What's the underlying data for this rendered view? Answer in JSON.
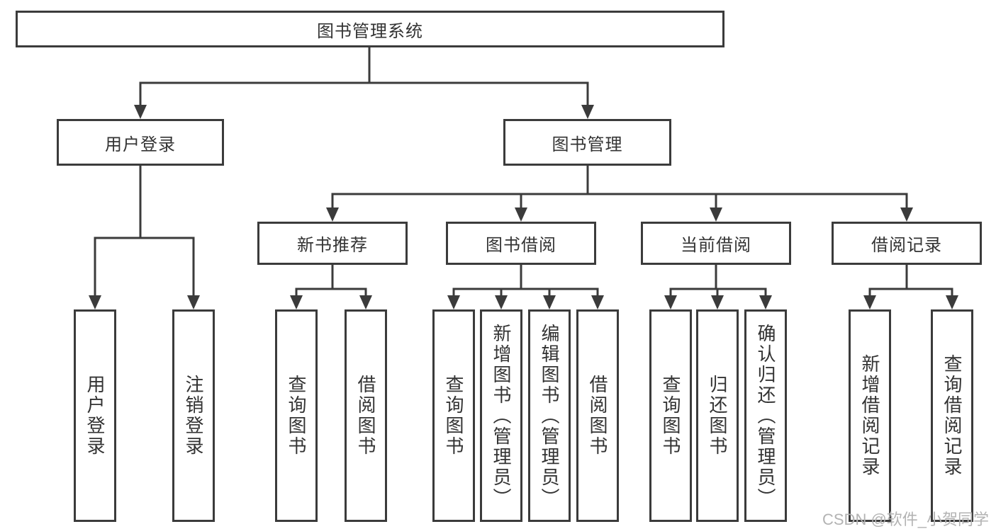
{
  "diagram": {
    "root": {
      "label": "图书管理系统"
    },
    "branches": {
      "user_login": {
        "label": "用户登录",
        "children": [
          "用户登录",
          "注销登录"
        ]
      },
      "book_management": {
        "label": "图书管理",
        "sections": [
          {
            "label": "新书推荐",
            "children": [
              "查询图书",
              "借阅图书"
            ]
          },
          {
            "label": "图书借阅",
            "children": [
              "查询图书",
              "新增图书（管理员）",
              "编辑图书（管理员）",
              "借阅图书"
            ]
          },
          {
            "label": "当前借阅",
            "children": [
              "查询图书",
              "归还图书",
              "确认归还（管理员）"
            ]
          },
          {
            "label": "借阅记录",
            "children": [
              "新增借阅记录",
              "查询借阅记录"
            ]
          }
        ]
      }
    }
  },
  "watermark": {
    "text": "CSDN @软件_小贺同学"
  },
  "colors": {
    "line": "#3b3b3b",
    "box_border": "#3b3b3b",
    "text": "#333333",
    "background": "#ffffff",
    "watermark": "#b3b3b3"
  }
}
